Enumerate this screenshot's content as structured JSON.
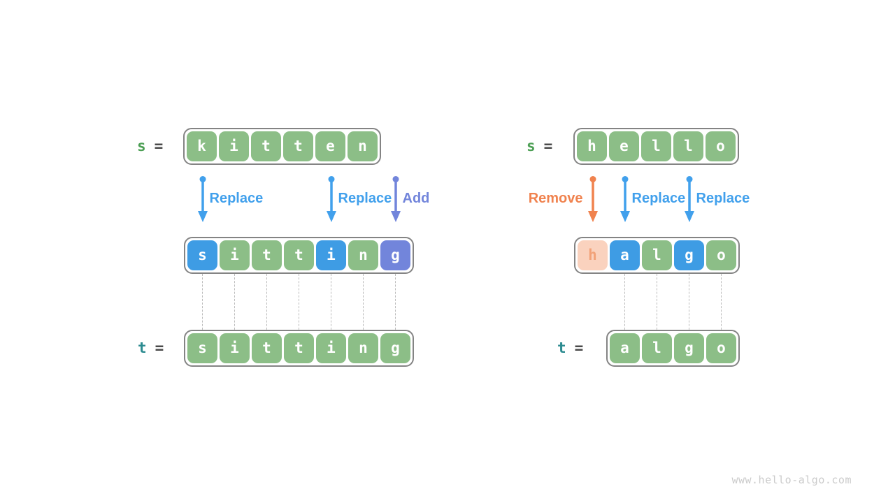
{
  "watermark": "www.hello-algo.com",
  "colors": {
    "green": "#8CBE87",
    "blue": "#3E9CE4",
    "purple": "#7285DB",
    "peach_bg": "#FAD2BE",
    "peach_text": "#F2A278",
    "orange": "#F0824E",
    "replace_blue": "#41A0EC",
    "label_green": "#4C9F54",
    "label_teal": "#2C8B90",
    "equals_gray": "#4A4A4A",
    "cell_text": "#FFFFFF",
    "border_gray": "#848484",
    "dash_gray": "#BBBBBB",
    "watermark_gray": "#CBCBCB"
  },
  "diagrams": [
    {
      "name": "kitten-to-sitting",
      "source_label": "s",
      "target_label": "t",
      "equals_sign": "=",
      "source_cells": [
        {
          "ch": "k",
          "style": "green"
        },
        {
          "ch": "i",
          "style": "green"
        },
        {
          "ch": "t",
          "style": "green"
        },
        {
          "ch": "t",
          "style": "green"
        },
        {
          "ch": "e",
          "style": "green"
        },
        {
          "ch": "n",
          "style": "green"
        }
      ],
      "operations": [
        {
          "label": "Replace",
          "style": "blue",
          "column": 0,
          "side": "right"
        },
        {
          "label": "Replace",
          "style": "blue",
          "column": 4,
          "side": "right"
        },
        {
          "label": "Add",
          "style": "purple",
          "column": 6,
          "side": "right"
        }
      ],
      "middle_cells": [
        {
          "ch": "s",
          "style": "blue"
        },
        {
          "ch": "i",
          "style": "green"
        },
        {
          "ch": "t",
          "style": "green"
        },
        {
          "ch": "t",
          "style": "green"
        },
        {
          "ch": "i",
          "style": "blue"
        },
        {
          "ch": "n",
          "style": "green"
        },
        {
          "ch": "g",
          "style": "purple"
        }
      ],
      "dash_columns": [
        0,
        1,
        2,
        3,
        4,
        5,
        6
      ],
      "target_cells": [
        {
          "ch": "s",
          "style": "green"
        },
        {
          "ch": "i",
          "style": "green"
        },
        {
          "ch": "t",
          "style": "green"
        },
        {
          "ch": "t",
          "style": "green"
        },
        {
          "ch": "i",
          "style": "green"
        },
        {
          "ch": "n",
          "style": "green"
        },
        {
          "ch": "g",
          "style": "green"
        }
      ]
    },
    {
      "name": "hello-to-algo",
      "source_label": "s",
      "target_label": "t",
      "equals_sign": "=",
      "source_cells": [
        {
          "ch": "h",
          "style": "green"
        },
        {
          "ch": "e",
          "style": "green"
        },
        {
          "ch": "l",
          "style": "green"
        },
        {
          "ch": "l",
          "style": "green"
        },
        {
          "ch": "o",
          "style": "green"
        }
      ],
      "operations": [
        {
          "label": "Remove",
          "style": "orange",
          "column": 0,
          "side": "left"
        },
        {
          "label": "Replace",
          "style": "blue",
          "column": 1,
          "side": "right"
        },
        {
          "label": "Replace",
          "style": "blue",
          "column": 3,
          "side": "right"
        }
      ],
      "middle_cells": [
        {
          "ch": "h",
          "style": "peach"
        },
        {
          "ch": "a",
          "style": "blue"
        },
        {
          "ch": "l",
          "style": "green"
        },
        {
          "ch": "g",
          "style": "blue"
        },
        {
          "ch": "o",
          "style": "green"
        }
      ],
      "dash_columns": [
        1,
        2,
        3,
        4
      ],
      "target_cells": [
        {
          "ch": "a",
          "style": "green"
        },
        {
          "ch": "l",
          "style": "green"
        },
        {
          "ch": "g",
          "style": "green"
        },
        {
          "ch": "o",
          "style": "green"
        }
      ]
    }
  ]
}
